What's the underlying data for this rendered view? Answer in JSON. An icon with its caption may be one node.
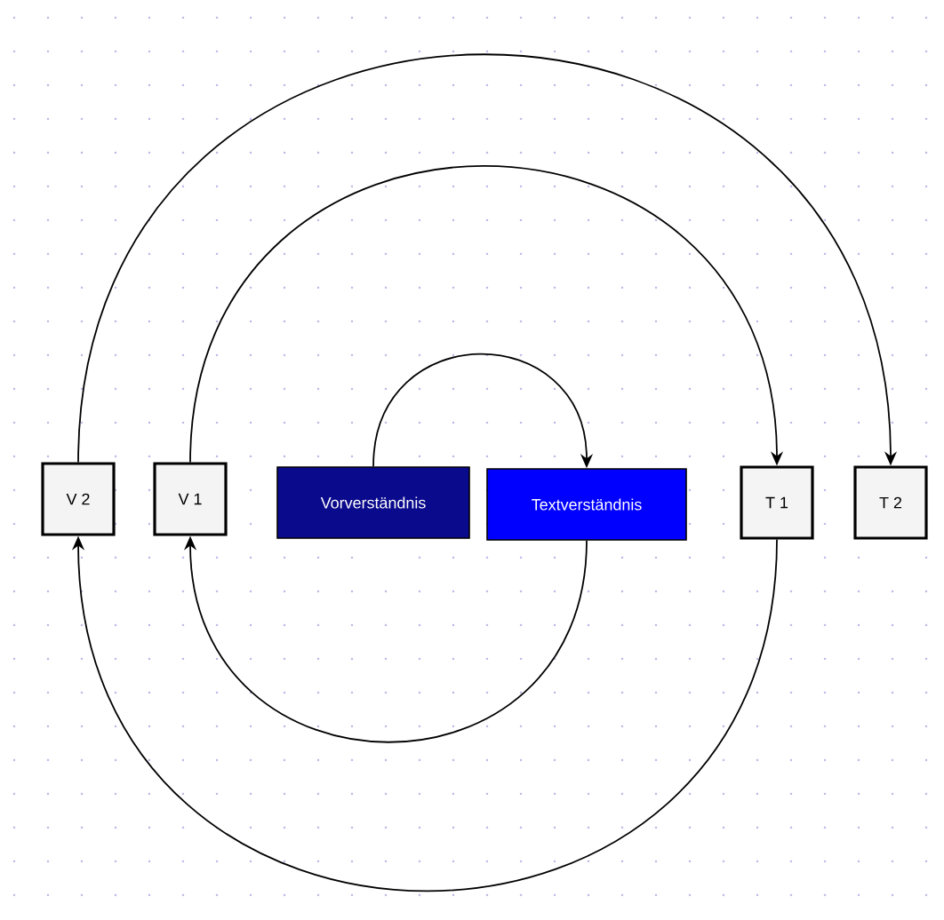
{
  "diagram": {
    "nodes": [
      {
        "text": [
          "V 2"
        ]
      },
      {
        "text": [
          "V 1"
        ]
      },
      {
        "text": [
          "Vorverständnis"
        ]
      },
      {
        "text": [
          "Textverständnis"
        ]
      },
      {
        "text": [
          "T 1"
        ]
      },
      {
        "text": [
          "T 2"
        ]
      }
    ],
    "edges": [
      {
        "from": 2,
        "to": 3,
        "arrow": "to"
      },
      {
        "from": 3,
        "to": 1,
        "arrow": "to"
      },
      {
        "from": 1,
        "to": 4,
        "arrow": "to"
      },
      {
        "from": 4,
        "to": 0,
        "arrow": "to"
      },
      {
        "from": 0,
        "to": 5,
        "arrow": "to"
      }
    ]
  }
}
